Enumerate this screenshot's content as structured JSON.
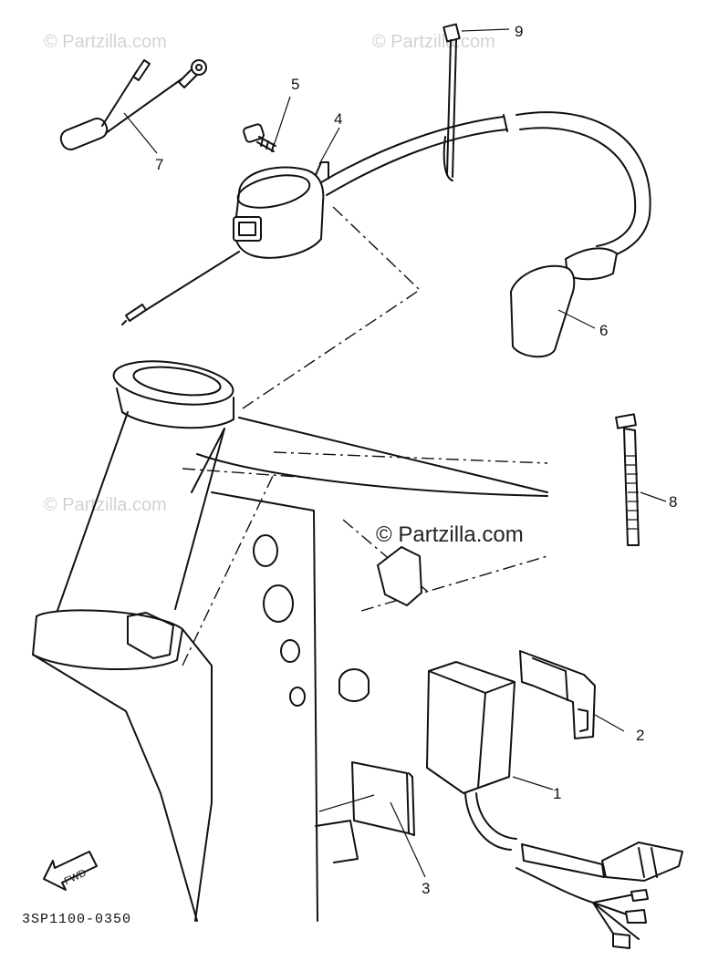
{
  "diagram": {
    "callouts": [
      "1",
      "2",
      "3",
      "4",
      "5",
      "6",
      "7",
      "8",
      "9"
    ],
    "fwd_label": "FWD",
    "drawing_code": "3SP1100-0350",
    "watermark_main": "© Partzilla.com",
    "watermark_faint": "© Partzilla.com"
  }
}
